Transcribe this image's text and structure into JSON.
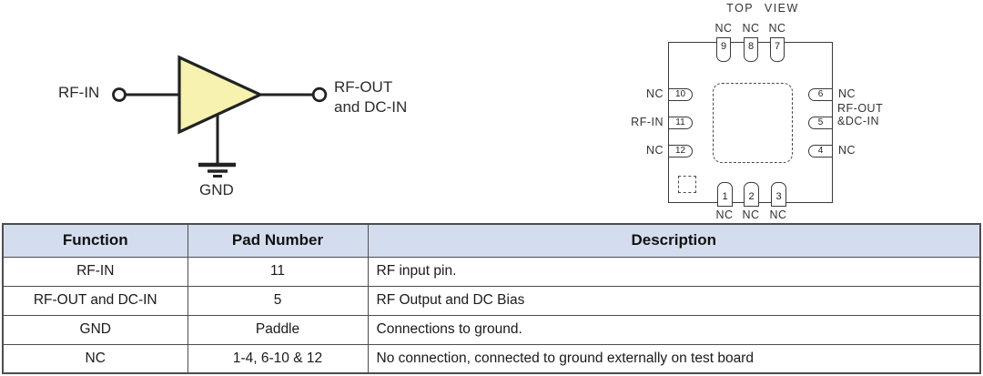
{
  "colors": {
    "amplifier_fill": "#F7F2B0",
    "line": "#222222",
    "table_header_bg": "#D4DDEE",
    "table_border": "#4D4D4D"
  },
  "schematic": {
    "rf_in": "RF-IN",
    "rf_out_line1": "RF-OUT",
    "rf_out_line2": "and DC-IN",
    "gnd": "GND"
  },
  "package": {
    "title": "TOP VIEW",
    "pins": {
      "top": [
        {
          "num": "9",
          "label": "NC"
        },
        {
          "num": "8",
          "label": "NC"
        },
        {
          "num": "7",
          "label": "NC"
        }
      ],
      "bottom": [
        {
          "num": "1",
          "label": "NC"
        },
        {
          "num": "2",
          "label": "NC"
        },
        {
          "num": "3",
          "label": "NC"
        }
      ],
      "left": [
        {
          "num": "10",
          "label": "NC"
        },
        {
          "num": "11",
          "label": "RF-IN"
        },
        {
          "num": "12",
          "label": "NC"
        }
      ],
      "right": [
        {
          "num": "6",
          "label": "NC"
        },
        {
          "num": "5",
          "label_line1": "RF-OUT",
          "label_line2": "&DC-IN"
        },
        {
          "num": "4",
          "label": "NC"
        }
      ]
    }
  },
  "table": {
    "headers": [
      "Function",
      "Pad Number",
      "Description"
    ],
    "rows": [
      [
        "RF-IN",
        "11",
        "RF input pin."
      ],
      [
        "RF-OUT and DC-IN",
        "5",
        "RF Output and DC Bias"
      ],
      [
        "GND",
        "Paddle",
        "Connections to ground."
      ],
      [
        "NC",
        "1-4, 6-10 & 12",
        "No connection, connected to ground externally on test board"
      ]
    ]
  }
}
